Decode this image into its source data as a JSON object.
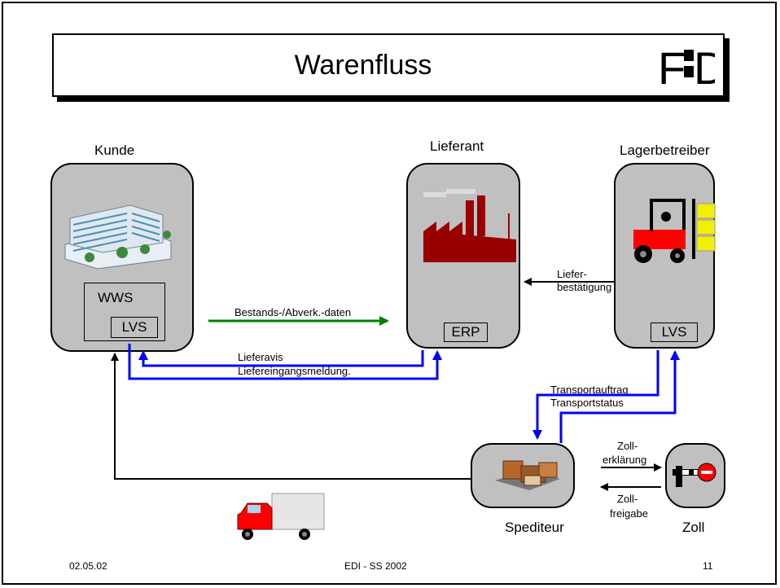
{
  "slide": {
    "title": "Warenfluss",
    "logo_text": "F D"
  },
  "nodes": {
    "kunde": {
      "label": "Kunde",
      "box_outer": "WWS",
      "box_inner": "LVS"
    },
    "lieferant": {
      "label": "Lieferant",
      "box": "ERP"
    },
    "lager": {
      "label": "Lagerbetreiber",
      "box": "LVS"
    },
    "spediteur": {
      "label": "Spediteur"
    },
    "zoll": {
      "label": "Zoll"
    }
  },
  "messages": {
    "bestand": "Bestands-/Abverk.-daten",
    "lieferavis": "Lieferavis",
    "liefereingang": "Liefereingangsmeldung.",
    "lieferbest_1": "Liefer-",
    "lieferbest_2": "bestätigung",
    "transportauftrag": "Transportauftrag",
    "transportstatus": "Transportstatus",
    "zollerkl_1": "Zoll-",
    "zollerkl_2": "erklärung",
    "zollfrei_1": "Zoll-",
    "zollfrei_2": "freigabe"
  },
  "footer": {
    "date": "02.05.02",
    "course": "EDI  -  SS 2002",
    "page": "11"
  },
  "colors": {
    "node_fill": "#c0c0c0",
    "edi_arrow": "#0000ff",
    "data_arrow": "#008000",
    "factory": "#990000",
    "forklift": "#ff0000",
    "truck_cab": "#ff0000"
  }
}
